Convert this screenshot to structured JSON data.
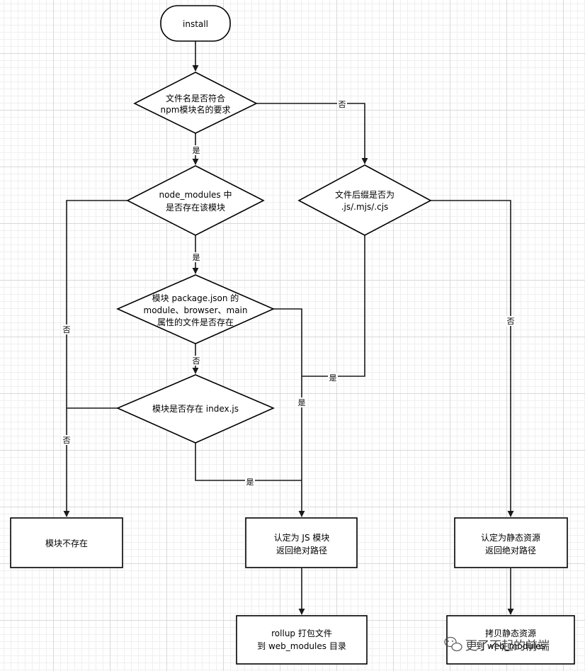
{
  "nodes": {
    "install": "install",
    "check_name": [
      "文件名是否符合",
      "npm模块名的要求"
    ],
    "check_node_modules": [
      "node_modules 中",
      "是否存在该模块"
    ],
    "check_package_json": [
      "模块 package.json 的",
      "module、browser、main",
      "属性的文件是否存在"
    ],
    "check_index_js": "模块是否存在 index.js",
    "check_extension": [
      "文件后缀是否为",
      ".js/.mjs/.cjs"
    ],
    "module_not_found": "模块不存在",
    "js_module": [
      "认定为 JS 模块",
      "返回绝对路径"
    ],
    "static_resource": [
      "认定为静态资源",
      "返回绝对路径"
    ],
    "rollup_bundle": [
      "rollup 打包文件",
      "到 web_modules 目录"
    ],
    "copy_static": [
      "拷贝静态资源",
      "到 web_modules"
    ]
  },
  "edge_labels": {
    "yes": "是",
    "no": "否"
  },
  "watermark": {
    "text": "更了不起的前端",
    "icon": "wechat-icon"
  }
}
